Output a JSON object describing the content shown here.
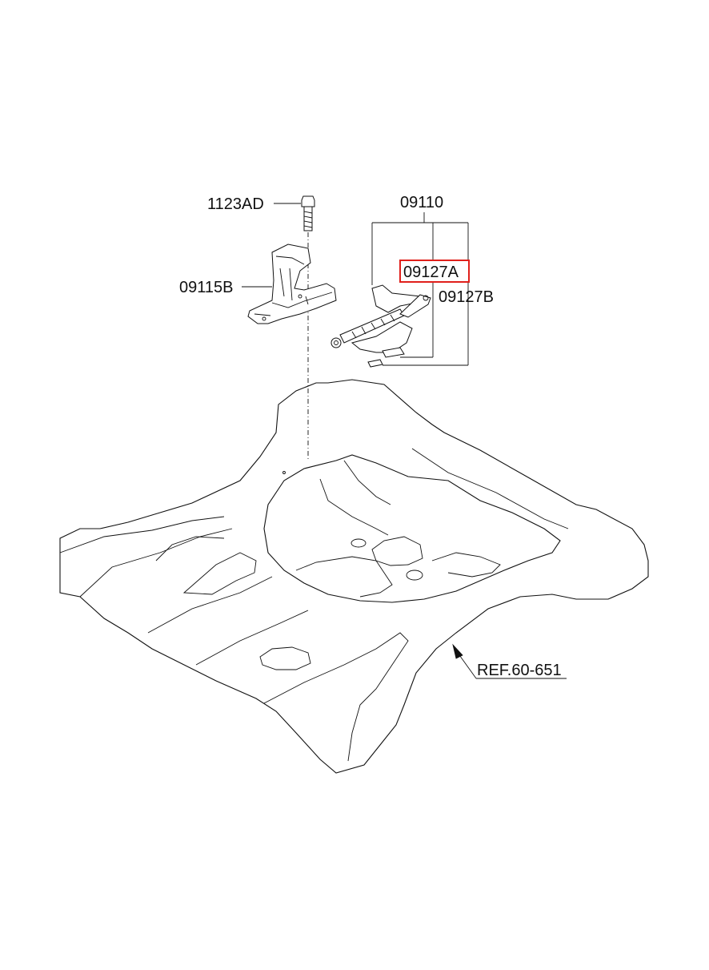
{
  "diagram": {
    "labels": {
      "bolt": "1123AD",
      "bracket": "09115B",
      "jack_assembly": "09110",
      "jack_part_a": "09127A",
      "jack_part_b": "09127B",
      "reference": "REF.60-651"
    },
    "highlight_color": "#e0201b",
    "line_color": "#111111",
    "icons": [
      "bolt-part",
      "bracket-part",
      "scissor-jack-part",
      "floor-panel-outline",
      "arrow-icon"
    ]
  }
}
